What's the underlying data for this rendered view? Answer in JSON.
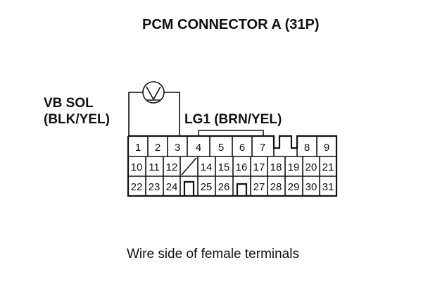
{
  "title": "PCM CONNECTOR A (31P)",
  "vb_sol": {
    "line1": "VB SOL",
    "line2": "(BLK/YEL)"
  },
  "lg1": "LG1 (BRN/YEL)",
  "caption": "Wire side of female terminals",
  "rows": [
    [
      "1",
      "2",
      "3",
      "4",
      "5",
      "6",
      "7",
      "",
      "8",
      "9"
    ],
    [
      "10",
      "11",
      "12",
      "",
      "14",
      "15",
      "16",
      "17",
      "18",
      "19",
      "20",
      "21"
    ],
    [
      "22",
      "23",
      "24",
      "",
      "25",
      "26",
      "",
      "27",
      "28",
      "29",
      "30",
      "31"
    ]
  ],
  "icons": {
    "symbol": "solenoid-symbol-icon"
  }
}
